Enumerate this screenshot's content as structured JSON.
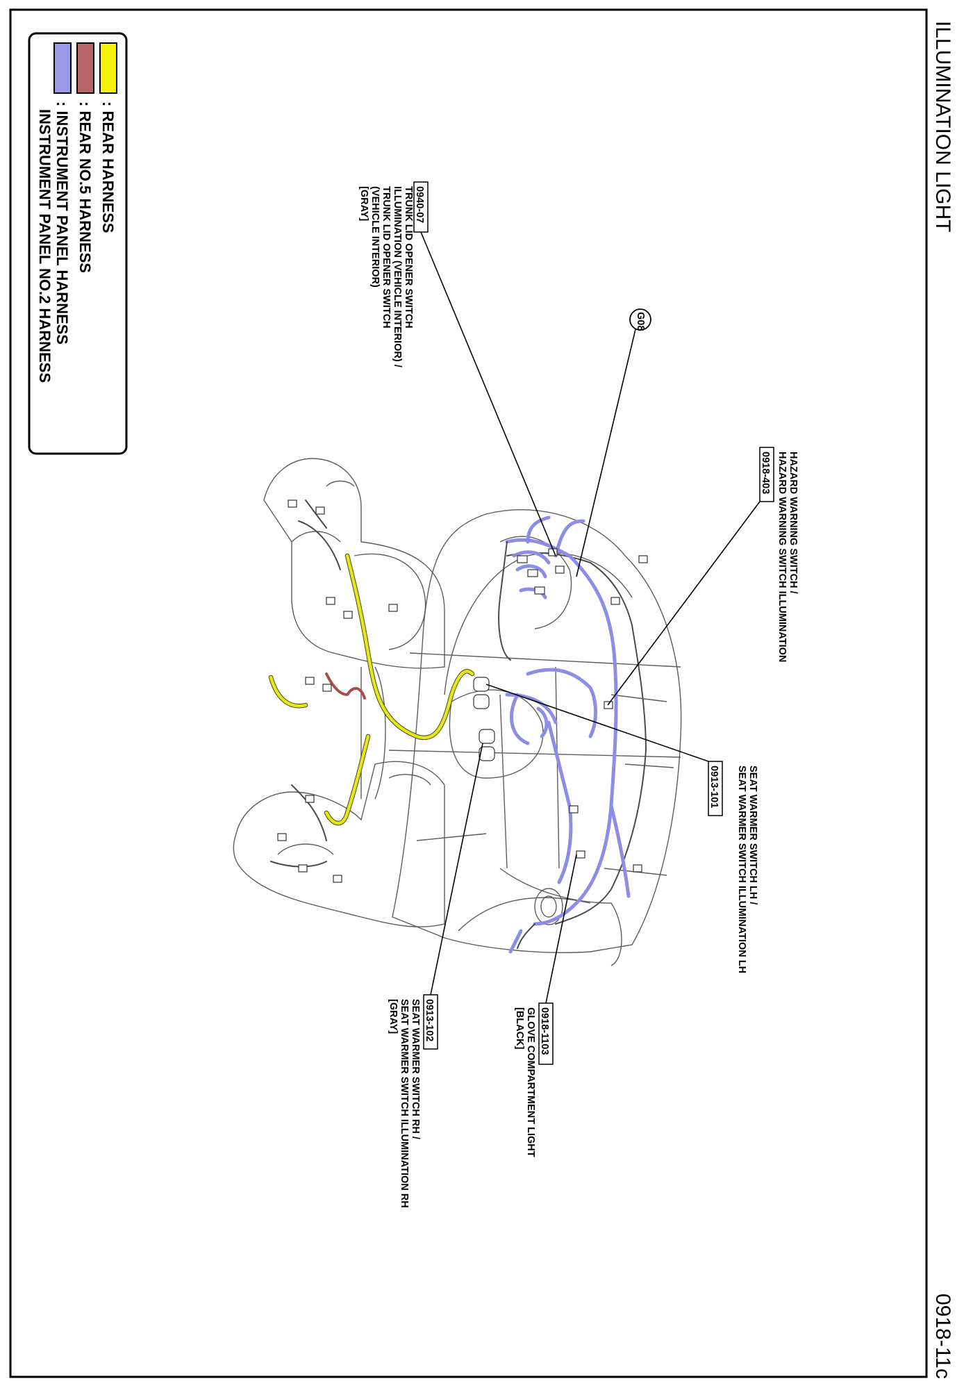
{
  "header": {
    "title": "ILLUMINATION LIGHT",
    "page_code": "0918-11c"
  },
  "colors": {
    "rear_harness": "#f2f20a",
    "rear_no5_harness": "#b86464",
    "instrument_panel_harness": "#9a9ae8",
    "border": "#000000"
  },
  "legend": {
    "items": [
      {
        "label": ": REAR HARNESS"
      },
      {
        "label": ": REAR NO.5 HARNESS"
      },
      {
        "label": ": INSTRUMENT PANEL HARNESS"
      },
      {
        "label": "INSTRUMENT PANEL NO.2 HARNESS"
      }
    ]
  },
  "ground": {
    "label": "G08"
  },
  "callouts": {
    "trunk_lid": {
      "code": "0940-07",
      "lines": [
        "TRUNK LID OPENER SWITCH",
        "ILLUMINATION (VEHICLE INTERIOR) /",
        "TRUNK LID OPENER SWITCH",
        "(VEHICLE INTERIOR)",
        "[GRAY]"
      ]
    },
    "hazard": {
      "code": "0918-403",
      "lines": [
        "HAZARD WARNING SWITCH /",
        "HAZARD WARNING SWITCH ILLUMINATION"
      ]
    },
    "seat_lh": {
      "code": "0913-101",
      "lines": [
        "SEAT WARMER SWITCH LH /",
        "SEAT WARMER SWITCH ILLUMINATION LH"
      ]
    },
    "glove": {
      "code": "0918-1103",
      "lines": [
        "GLOVE COMPARTMENT LIGHT",
        "[BLACK]"
      ]
    },
    "seat_rh": {
      "code": "0913-102",
      "lines": [
        "SEAT WARMER SWITCH RH /",
        "SEAT WARMER SWITCH ILLUMINATION RH",
        "[GRAY]"
      ]
    }
  }
}
